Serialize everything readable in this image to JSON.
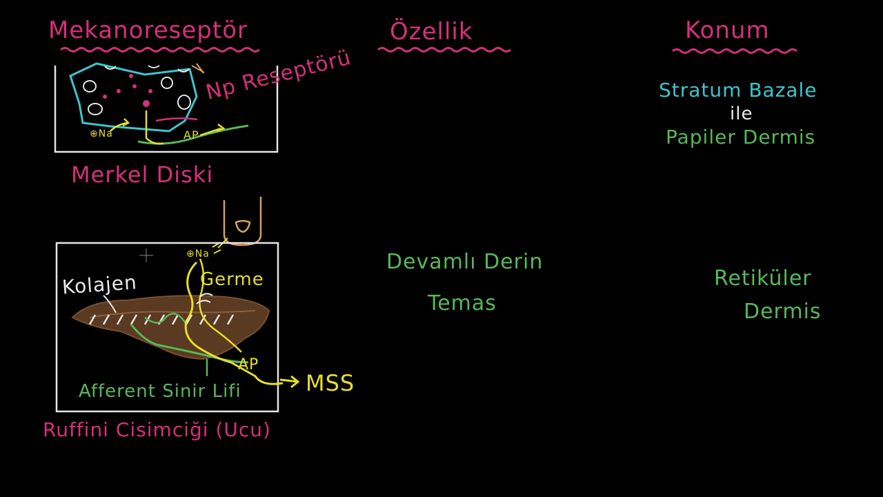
{
  "headers": {
    "mechanoreceptor": "Mekanoreseptör",
    "feature": "Özellik",
    "location": "Konum"
  },
  "merkel": {
    "receptor_label": "Np Reseptörü",
    "na_label": "⊕Na",
    "ap_label": "AP",
    "name": "Merkel Diski",
    "location_line1": "Stratum Bazale",
    "location_line2": "ile",
    "location_line3": "Papiler Dermis"
  },
  "ruffini": {
    "na_label": "⊕Na",
    "stretch_label": "Germe",
    "collagen_label": "Kolajen",
    "ap_label": "AP",
    "mss_label": "MSS",
    "nerve_label": "Afferent Sinir Lifi",
    "name": "Ruffini Cisimciği (Ucu)",
    "feature_line1": "Devamlı Derin",
    "feature_line2": "Temas",
    "location_line1": "Retiküler",
    "location_line2": "Dermis"
  },
  "colors": {
    "pink": "#d6307a",
    "cyan": "#3ec6cf",
    "green": "#58b85a",
    "yellow": "#e8de2a",
    "orange": "#d9a25a",
    "white": "#eaeaea"
  }
}
